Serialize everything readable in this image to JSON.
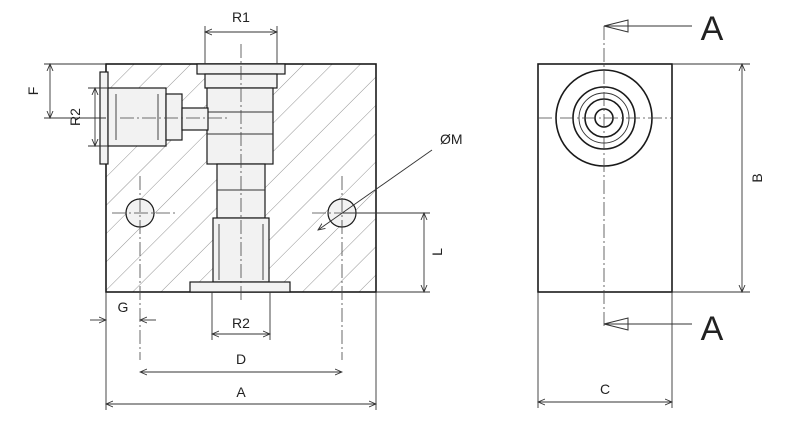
{
  "labels": {
    "r1": "R1",
    "r2_left": "R2",
    "r2_bottom": "R2",
    "f": "F",
    "om": "ØM",
    "l": "L",
    "g": "G",
    "d": "D",
    "a": "A",
    "b": "B",
    "c": "C",
    "section_top": "A",
    "section_bottom": "A"
  }
}
